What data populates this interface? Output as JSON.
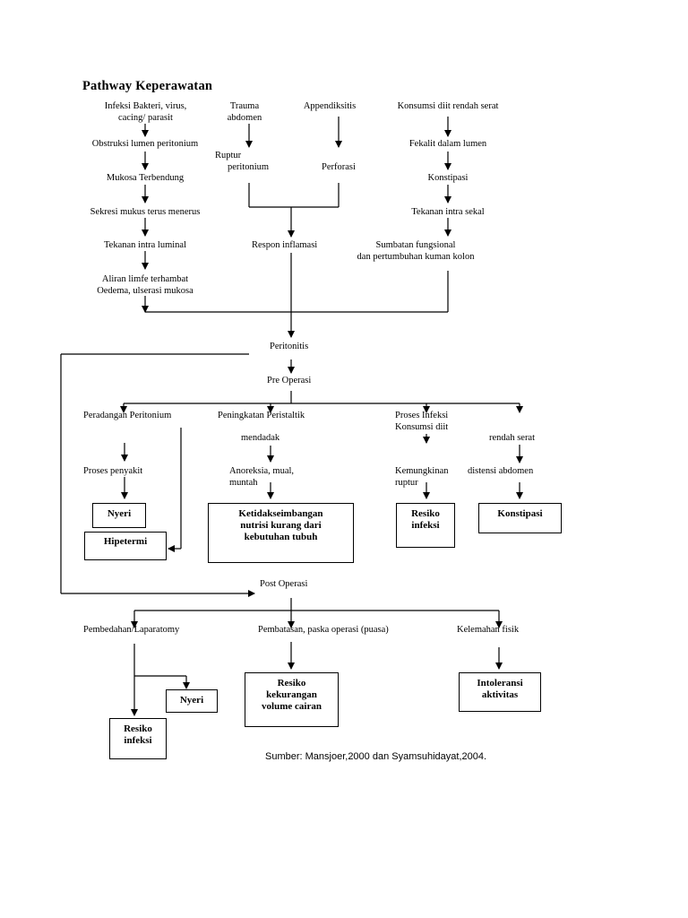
{
  "title": "Pathway Keperawatan",
  "col_left": {
    "cause": [
      "Infeksi Bakteri, virus,",
      "cacing/ parasit"
    ],
    "obstruction": "Obstruksi lumen peritonium",
    "mucosa": "Mukosa Terbendung",
    "secretion": "Sekresi mukus terus menerus",
    "pressure": "Tekanan intra luminal",
    "lymph": [
      "Aliran limfe terhambat",
      "Oedema, ulserasi mukosa"
    ]
  },
  "col_mid": {
    "trauma": [
      "Trauma",
      "abdomen"
    ],
    "appendicitis": "Appendiksitis",
    "rupture": [
      "Ruptur",
      "peritonium"
    ],
    "perforation": "Perforasi",
    "inflammation": "Respon inflamasi"
  },
  "col_right": {
    "diet": "Konsumsi diit rendah serat",
    "fecalith": "Fekalit dalam lumen",
    "constipation": "Konstipasi",
    "cecal_pressure": "Tekanan intra sekal",
    "blockage": [
      "Sumbatan fungsional",
      "dan  pertumbuhan kuman kolon"
    ]
  },
  "peritonitis": "Peritonitis",
  "pre_op": {
    "label": "Pre Operasi",
    "branch1": "Peradangan Peritonium",
    "branch1_sub": "Proses penyakit",
    "branch2": "Peningkatan Peristaltik",
    "branch2_sub": "mendadak",
    "branch2_sub2": [
      "Anoreksia, mual,",
      "muntah"
    ],
    "branch3": [
      "Proses Infeksi",
      "Konsumsi diit"
    ],
    "branch3_sub": [
      "Kemungkinan",
      "ruptur"
    ],
    "branch4": "rendah  serat",
    "branch4_sub": "distensi abdomen",
    "dx_pain": "Nyeri",
    "dx_fever": "Hipetermi",
    "dx_nutrition": [
      "Ketidakseimbangan",
      "nutrisi kurang dari",
      "kebutuhan tubuh"
    ],
    "dx_infection_risk": [
      "Resiko",
      "infeksi"
    ],
    "dx_constipation": "Konstipasi"
  },
  "post_op": {
    "label": "Post Operasi",
    "branch1": "Pembedahan/Laparatomy",
    "branch2": "Pembatasan, paska operasi (puasa)",
    "branch3": "Kelemahan fisik",
    "dx_pain": "Nyeri",
    "dx_infection_risk": [
      "Resiko",
      "infeksi"
    ],
    "dx_fluid": [
      "Resiko",
      "kekurangan",
      "volume cairan"
    ],
    "dx_activity": [
      "Intoleransi",
      "aktivitas"
    ]
  },
  "source": "Sumber: Mansjoer,2000 dan Syamsuhidayat,2004."
}
